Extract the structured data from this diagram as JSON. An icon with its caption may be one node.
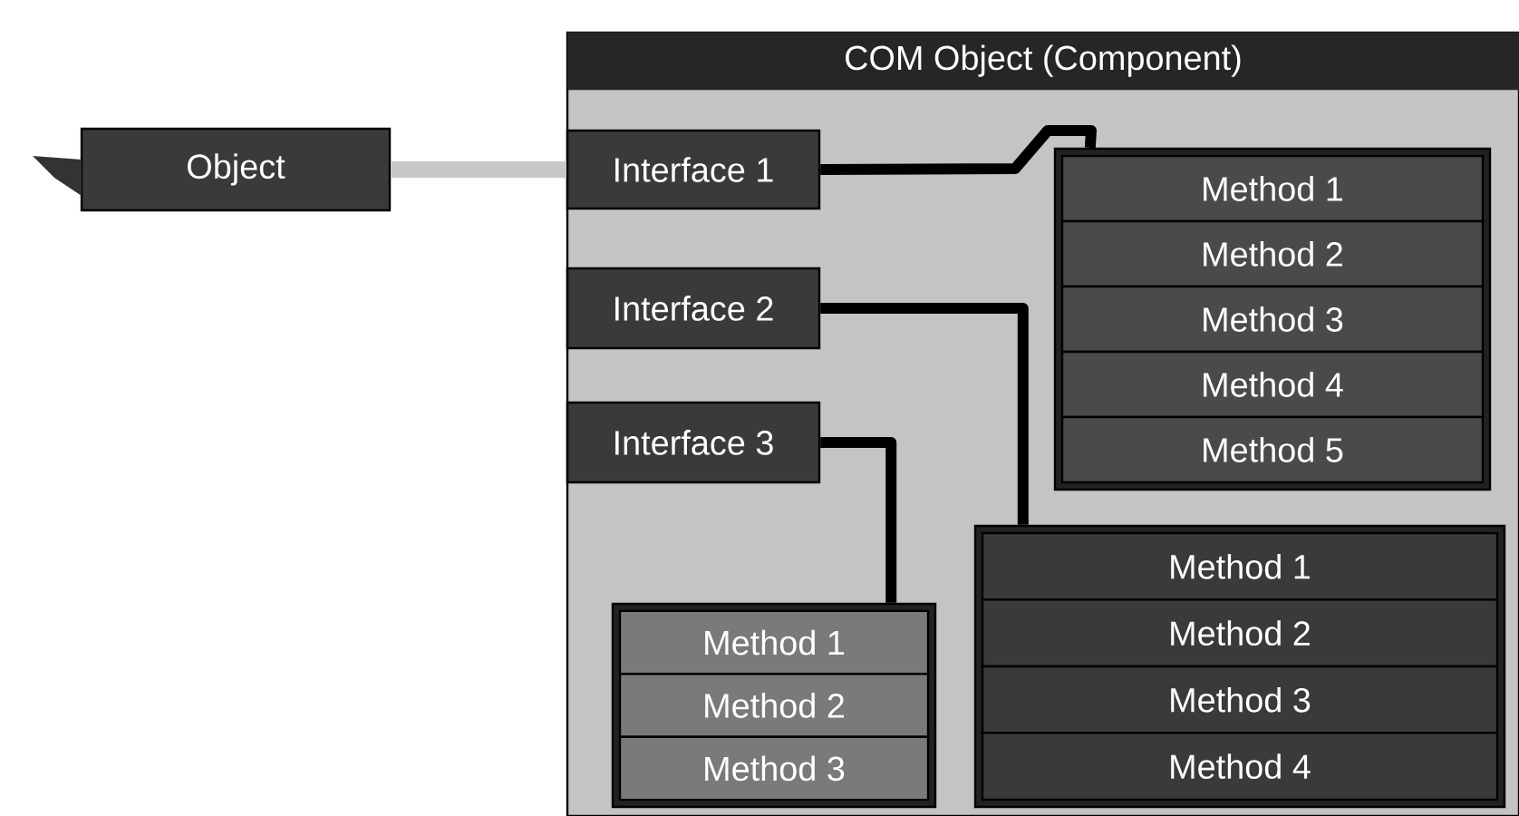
{
  "diagram": {
    "nodes": [
      {
        "text": [
          "COM Object (Component)"
        ]
      },
      {
        "text": [
          "Object"
        ]
      },
      {
        "text": [
          "Interface 1"
        ],
        "in": 0
      },
      {
        "text": [
          "Interface 2"
        ],
        "in": 0
      },
      {
        "text": [
          "Interface 3"
        ],
        "in": 0
      },
      {
        "text": [],
        "shape": "box",
        "in": 0
      },
      {
        "text": [
          "Method 1"
        ],
        "in": 5
      },
      {
        "text": [
          "Method 2"
        ],
        "in": 5
      },
      {
        "text": [
          "Method 3"
        ],
        "in": 5
      },
      {
        "text": [
          "Method 4"
        ],
        "in": 5
      },
      {
        "text": [
          "Method 5"
        ],
        "in": 5
      },
      {
        "text": [],
        "shape": "box",
        "in": 0
      },
      {
        "text": [
          "Method 1"
        ],
        "in": 11
      },
      {
        "text": [
          "Method 2"
        ],
        "in": 11
      },
      {
        "text": [
          "Method 3"
        ],
        "in": 11
      },
      {
        "text": [
          "Method 4"
        ],
        "in": 11
      },
      {
        "text": [],
        "shape": "box",
        "in": 0
      },
      {
        "text": [
          "Method 1"
        ],
        "in": 16
      },
      {
        "text": [
          "Method 2"
        ],
        "in": 16
      },
      {
        "text": [
          "Method 3"
        ],
        "in": 16
      }
    ],
    "edges": [
      {
        "from": 1,
        "to": 2,
        "arrow": "none",
        "color": "#c8c8c8"
      },
      {
        "from": 2,
        "to": 5,
        "arrow": "none"
      },
      {
        "from": 3,
        "to": 11,
        "arrow": "none"
      },
      {
        "from": 4,
        "to": 16,
        "arrow": "none"
      }
    ]
  }
}
